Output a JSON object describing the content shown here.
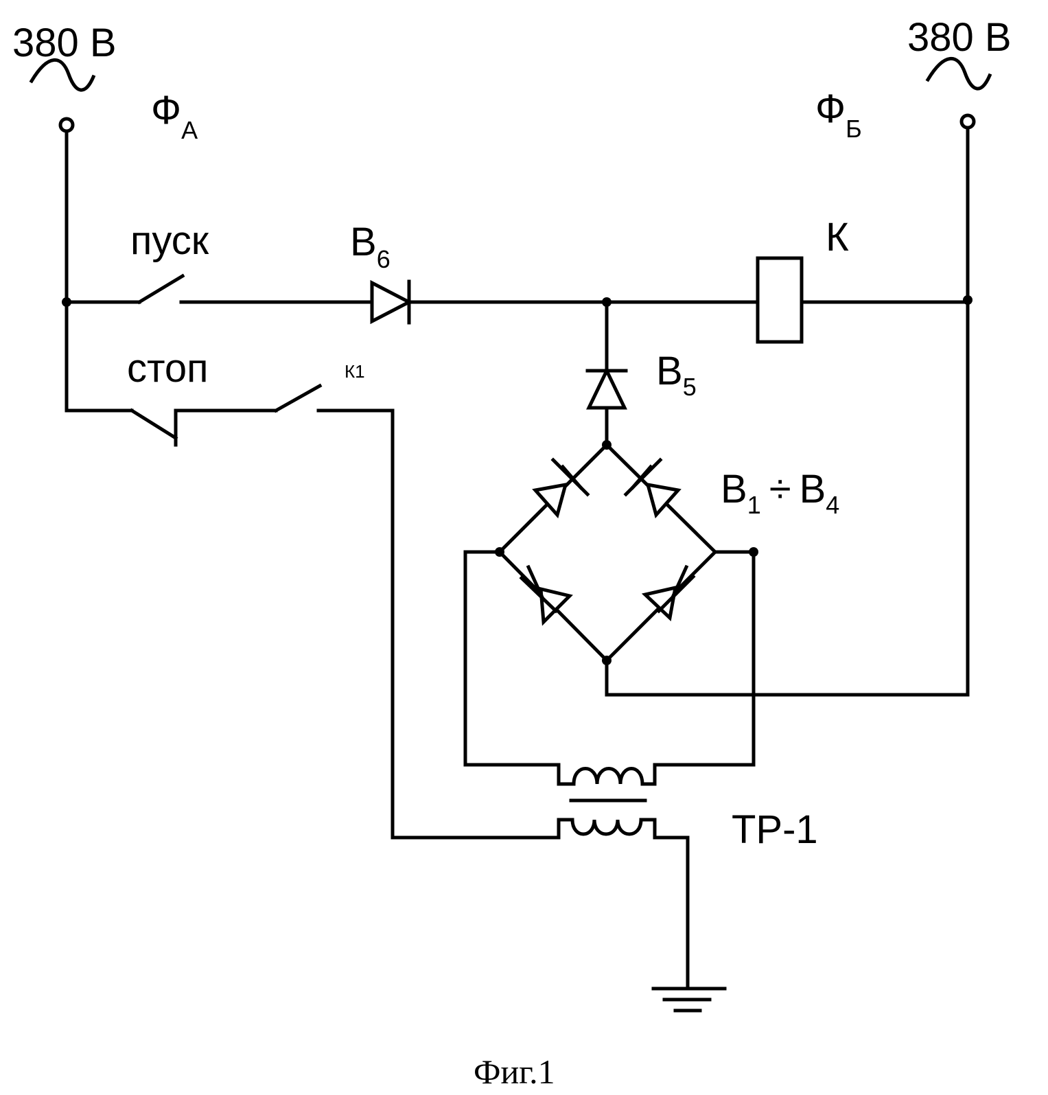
{
  "supply": {
    "left_voltage": "380 В",
    "right_voltage": "380 В",
    "phase_a_main": "Ф",
    "phase_a_sub": "А",
    "phase_b_main": "Ф",
    "phase_b_sub": "Б"
  },
  "components": {
    "start_switch": "пуск",
    "stop_switch": "стоп",
    "contact_k1": "К1",
    "diode_b6_main": "В",
    "diode_b6_sub": "6",
    "relay_k": "К",
    "diode_b5_main": "В",
    "diode_b5_sub": "5",
    "bridge_b1_main": "В",
    "bridge_b1_sub": "1",
    "bridge_sep": "÷",
    "bridge_b4_main": "В",
    "bridge_b4_sub": "4",
    "transformer": "ТР-1"
  },
  "caption": "Фиг.1"
}
